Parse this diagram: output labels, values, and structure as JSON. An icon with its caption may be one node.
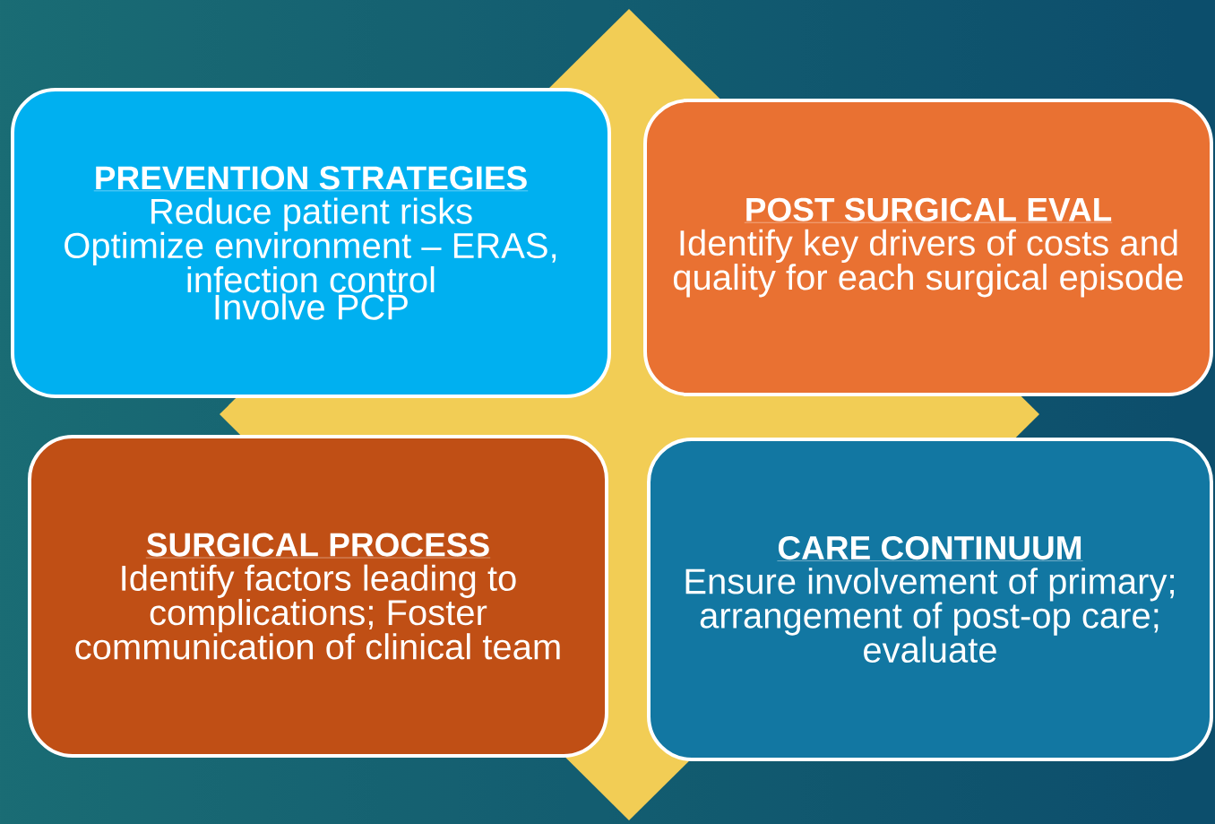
{
  "diagram": {
    "nodes": [
      {
        "text": [
          "PREVENTION STRATEGIES",
          "Reduce patient risks",
          "Optimize environment – ERAS, infection control",
          "Involve PCP"
        ]
      },
      {
        "text": [
          "POST SURGICAL EVAL",
          "Identify key drivers of costs and quality for each surgical episode"
        ]
      },
      {
        "text": [
          "SURGICAL PROCESS",
          "Identify factors leading to complications; Foster communication of clinical team"
        ]
      },
      {
        "text": [
          "CARE CONTINUUM",
          "Ensure involvement of primary; arrangement of post-op care; evaluate"
        ]
      }
    ]
  }
}
